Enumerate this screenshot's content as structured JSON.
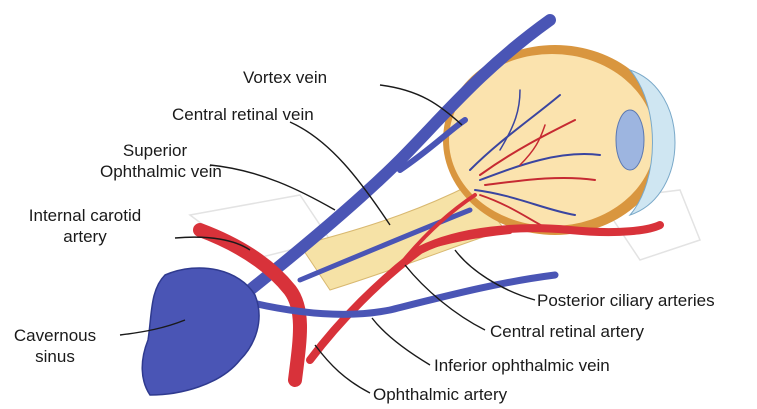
{
  "labels": {
    "vortex_vein": "Vortex vein",
    "central_retinal_vein": "Central retinal vein",
    "superior_ophthalmic_vein_line1": "Superior",
    "superior_ophthalmic_vein_line2": "Ophthalmic vein",
    "internal_carotid_artery_line1": "Internal carotid",
    "internal_carotid_artery_line2": "artery",
    "cavernous_sinus_line1": "Cavernous",
    "cavernous_sinus_line2": "sinus",
    "posterior_ciliary_arteries": "Posterior ciliary arteries",
    "central_retinal_artery": "Central retinal artery",
    "inferior_ophthalmic_vein": "Inferior ophthalmic vein",
    "ophthalmic_artery": "Ophthalmic artery"
  },
  "colors": {
    "vein": "#4a55b5",
    "vein_dark": "#2f3a8f",
    "artery": "#d8323a",
    "artery_dark": "#a51f26",
    "nerve": "#f6e2a6",
    "eyeball": "#fbe3ae",
    "sclera_rim": "#d9963f",
    "cornea": "#cfe6f2",
    "lens": "#9db5e0"
  }
}
